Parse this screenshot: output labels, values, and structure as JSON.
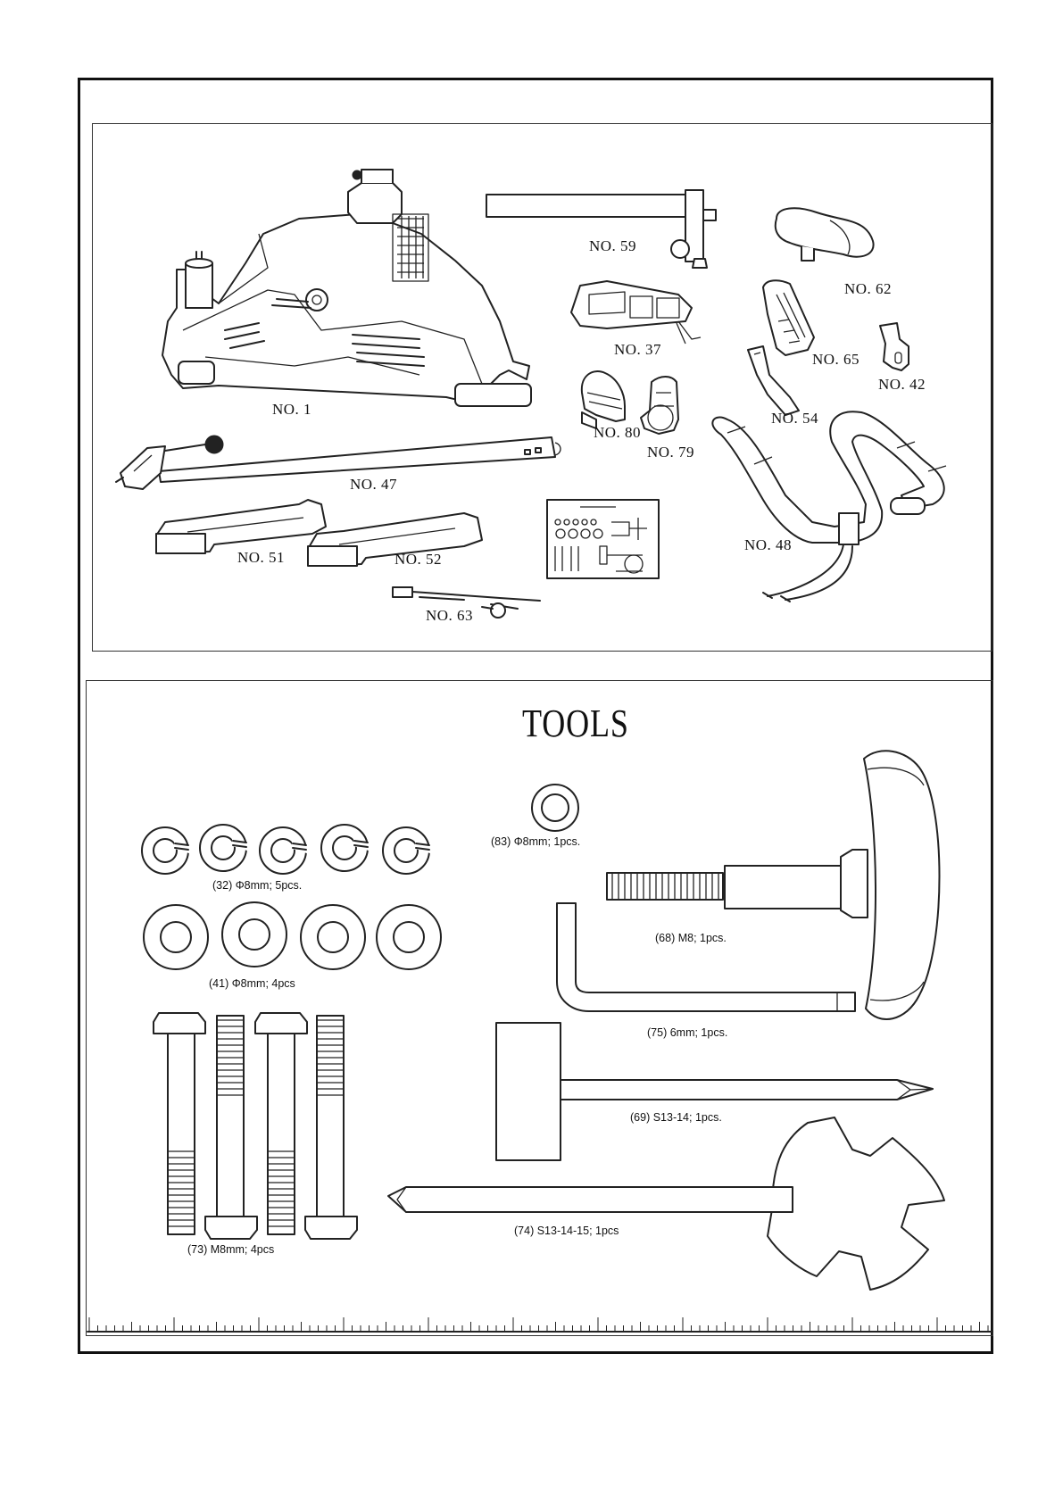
{
  "parts": [
    {
      "id": "no1",
      "label": "NO. 1"
    },
    {
      "id": "no59",
      "label": "NO. 59"
    },
    {
      "id": "no62",
      "label": "NO. 62"
    },
    {
      "id": "no37",
      "label": "NO. 37"
    },
    {
      "id": "no65",
      "label": "NO. 65"
    },
    {
      "id": "no42",
      "label": "NO. 42"
    },
    {
      "id": "no54",
      "label": "NO. 54"
    },
    {
      "id": "no80",
      "label": "NO. 80"
    },
    {
      "id": "no79",
      "label": "NO. 79"
    },
    {
      "id": "no47",
      "label": "NO. 47"
    },
    {
      "id": "no48",
      "label": "NO. 48"
    },
    {
      "id": "no51",
      "label": "NO. 51"
    },
    {
      "id": "no52",
      "label": "NO. 52"
    },
    {
      "id": "no63",
      "label": "NO. 63"
    }
  ],
  "tools": {
    "title": "TOOLS",
    "items": [
      {
        "id": "t32",
        "caption": "(32) Φ8mm; 5pcs."
      },
      {
        "id": "t83",
        "caption": "(83) Φ8mm; 1pcs."
      },
      {
        "id": "t41",
        "caption": "(41) Φ8mm; 4pcs"
      },
      {
        "id": "t68",
        "caption": "(68) M8; 1pcs."
      },
      {
        "id": "t75",
        "caption": "(75) 6mm; 1pcs."
      },
      {
        "id": "t69",
        "caption": "(69) S13-14; 1pcs."
      },
      {
        "id": "t73",
        "caption": "(73) M8mm; 4pcs"
      },
      {
        "id": "t74",
        "caption": "(74) S13-14-15; 1pcs"
      }
    ]
  },
  "icons": [
    "exercise-bike-frame-icon",
    "seat-post-icon",
    "saddle-icon",
    "console-icon",
    "seat-slider-icon",
    "clamp-icon",
    "slide-rail-icon",
    "pedal-icon",
    "pedal-strap-icon",
    "front-stabilizer-tube-icon",
    "handlebar-icon",
    "front-stabilizer-foot-icon",
    "rear-stabilizer-foot-icon",
    "power-cable-icon",
    "hardware-card-icon",
    "spring-washer-icon",
    "flat-washer-icon",
    "knob-bolt-icon",
    "allen-key-icon",
    "hex-bolt-icon",
    "screwdriver-wrench-icon",
    "multi-wrench-icon",
    "ruler-icon"
  ],
  "colors": {
    "line": "#222222",
    "background": "#ffffff"
  }
}
